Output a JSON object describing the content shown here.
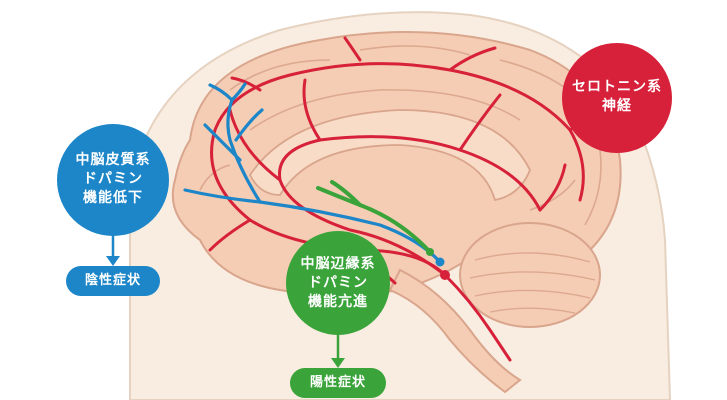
{
  "labels": {
    "serotonin": {
      "line1": "セロトニン系",
      "line2": "神経"
    },
    "mesocortical": {
      "line1": "中脳皮質系",
      "line2": "ドパミン",
      "line3": "機能低下"
    },
    "mesolimbic": {
      "line1": "中脳辺縁系",
      "line2": "ドパミン",
      "line3": "機能亢進"
    }
  },
  "outcomes": {
    "negative": "陰性症状",
    "positive": "陽性症状"
  },
  "colors": {
    "serotonin": "#d7203a",
    "mesocortical": "#1d86c9",
    "mesolimbic": "#3aa33a",
    "head": "#f8ede0",
    "brain": "#f4cdb4",
    "brain_outline": "#d9a58c"
  }
}
